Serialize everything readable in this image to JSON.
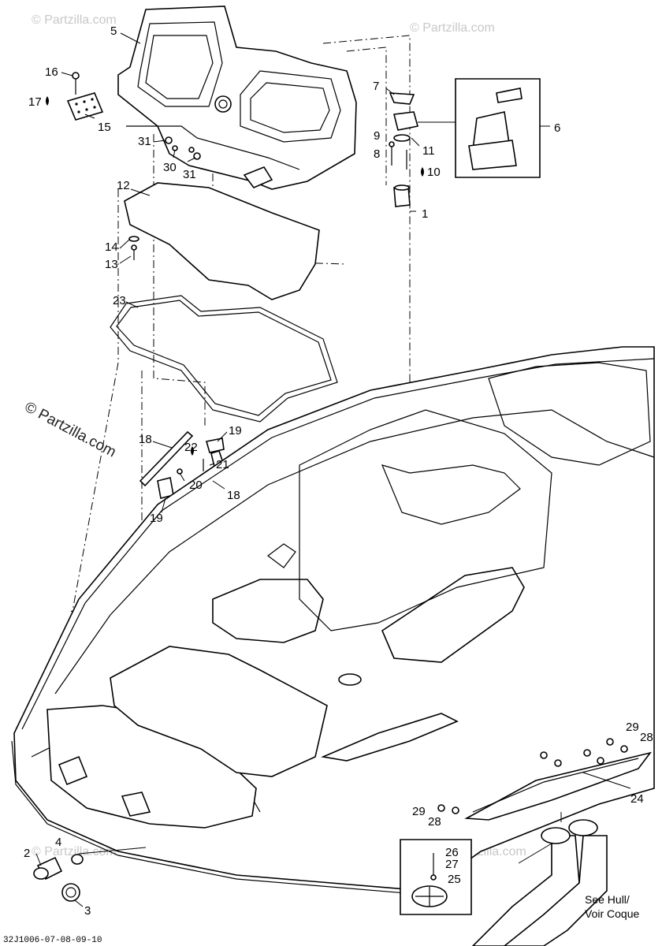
{
  "diagram": {
    "watermark_main": "© Partzilla.com",
    "watermark_faint": "© Partzilla.com",
    "drawing_code": "32J1006-07-08-09-10",
    "see_hull_note": [
      "See Hull/",
      "Voir Coque"
    ]
  },
  "callouts": [
    {
      "id": "c1",
      "text": "1"
    },
    {
      "id": "c2",
      "text": "2"
    },
    {
      "id": "c3",
      "text": "3"
    },
    {
      "id": "c4",
      "text": "4"
    },
    {
      "id": "c5",
      "text": "5"
    },
    {
      "id": "c6",
      "text": "6"
    },
    {
      "id": "c7",
      "text": "7"
    },
    {
      "id": "c8",
      "text": "8"
    },
    {
      "id": "c9",
      "text": "9"
    },
    {
      "id": "c10",
      "text": "10"
    },
    {
      "id": "c11",
      "text": "11"
    },
    {
      "id": "c12",
      "text": "12"
    },
    {
      "id": "c13",
      "text": "13"
    },
    {
      "id": "c14",
      "text": "14"
    },
    {
      "id": "c15",
      "text": "15"
    },
    {
      "id": "c16",
      "text": "16"
    },
    {
      "id": "c17",
      "text": "17"
    },
    {
      "id": "c18a",
      "text": "18"
    },
    {
      "id": "c18b",
      "text": "18"
    },
    {
      "id": "c19a",
      "text": "19"
    },
    {
      "id": "c19b",
      "text": "19"
    },
    {
      "id": "c20",
      "text": "20"
    },
    {
      "id": "c21",
      "text": "21"
    },
    {
      "id": "c22",
      "text": "22"
    },
    {
      "id": "c23",
      "text": "23"
    },
    {
      "id": "c24",
      "text": "24"
    },
    {
      "id": "c25",
      "text": "25"
    },
    {
      "id": "c26",
      "text": "26"
    },
    {
      "id": "c27",
      "text": "27"
    },
    {
      "id": "c28a",
      "text": "28"
    },
    {
      "id": "c28b",
      "text": "28"
    },
    {
      "id": "c29a",
      "text": "29"
    },
    {
      "id": "c29b",
      "text": "29"
    },
    {
      "id": "c30",
      "text": "30"
    },
    {
      "id": "c31a",
      "text": "31"
    },
    {
      "id": "c31b",
      "text": "31"
    }
  ]
}
